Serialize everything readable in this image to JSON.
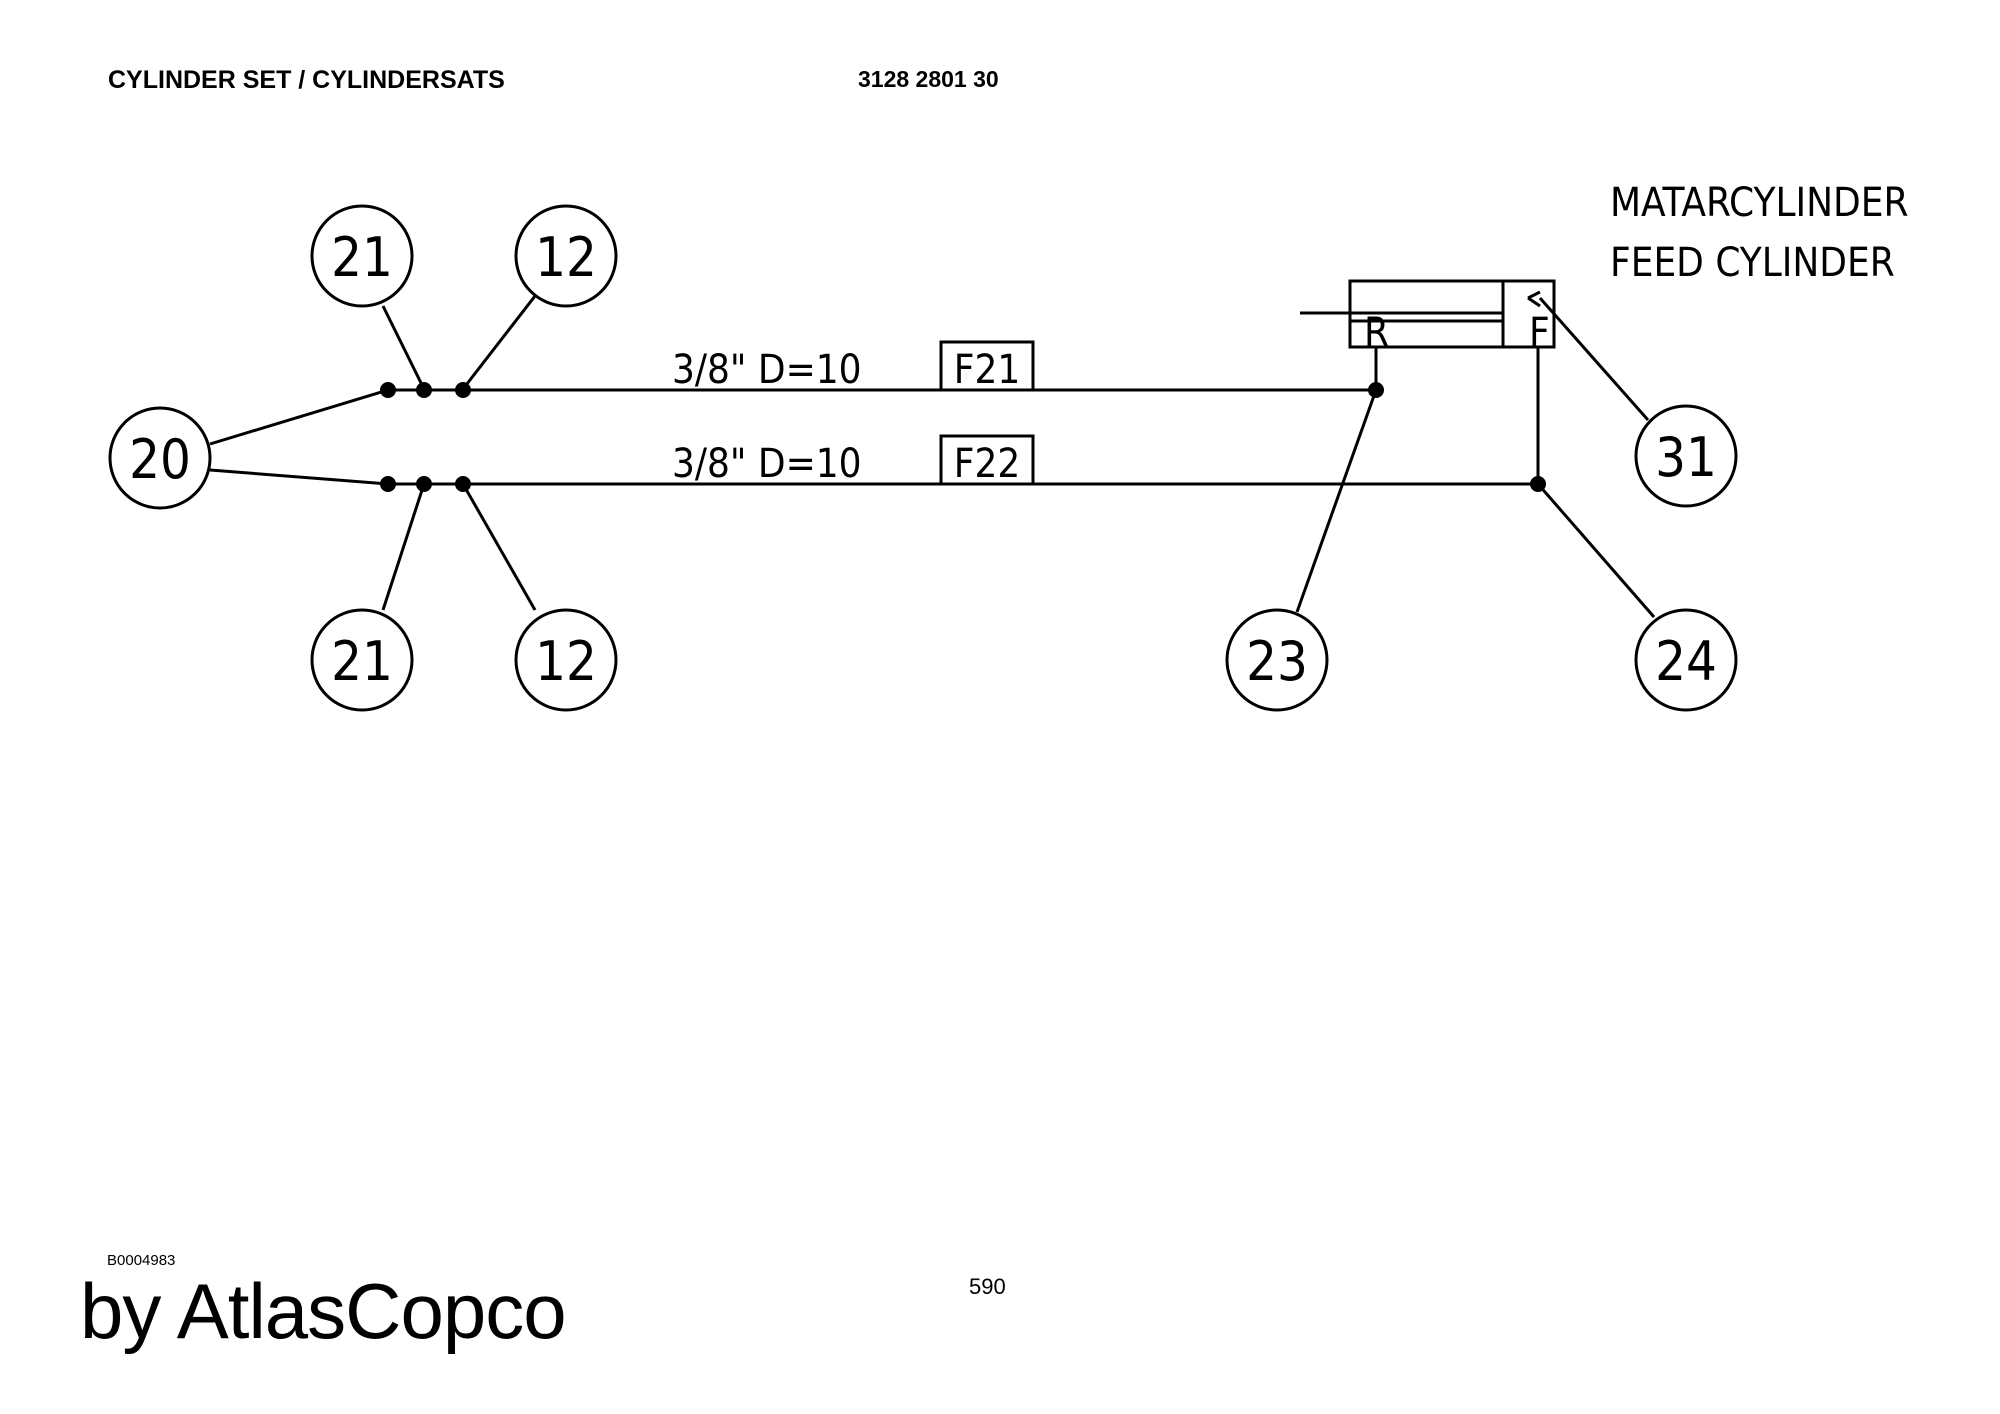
{
  "header": {
    "title": "CYLINDER SET / CYLINDERSATS",
    "part_number": "3128 2801 30"
  },
  "diagram": {
    "cylinder_title_line1": "MATARCYLINDER",
    "cylinder_title_line2": "FEED CYLINDER",
    "port_r": "R",
    "port_f": "F",
    "hose_top_spec": "3/8\" D=10",
    "hose_bottom_spec": "3/8\" D=10",
    "tag_top": "F21",
    "tag_bottom": "F22",
    "bubbles": {
      "top_left_a": "21",
      "top_left_b": "12",
      "left": "20",
      "bottom_left_a": "21",
      "bottom_left_b": "12",
      "bottom_mid": "23",
      "right": "31",
      "bottom_right": "24"
    }
  },
  "footer": {
    "figure_code": "B0004983",
    "page_number": "590",
    "brand": "by AtlasCopco"
  }
}
